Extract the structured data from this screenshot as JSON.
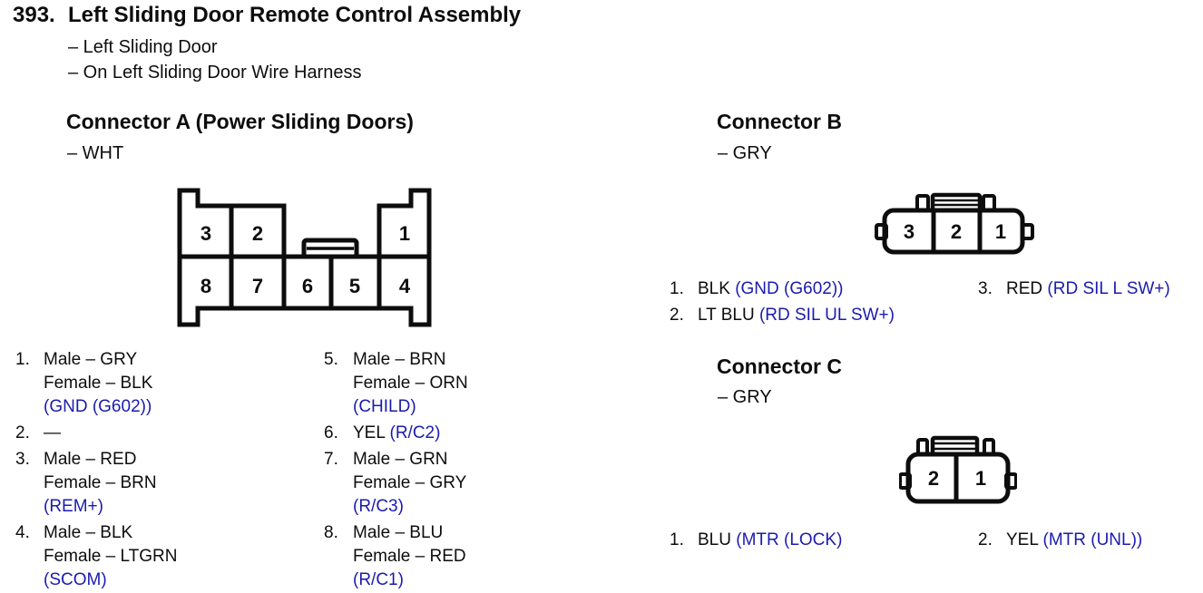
{
  "document": {
    "item_number": "393.",
    "title": "Left Sliding Door Remote Control Assembly",
    "location_lines": [
      "– Left Sliding Door",
      "– On Left Sliding Door Wire Harness"
    ]
  },
  "colors": {
    "signal_blue": "#1b1baf",
    "ink": "#0d0d0d"
  },
  "connector_a": {
    "heading": "Connector A (Power Sliding Doors)",
    "housing_color": "– WHT",
    "cavity_top": [
      "3",
      "2",
      "1"
    ],
    "cavity_bottom": [
      "8",
      "7",
      "6",
      "5",
      "4"
    ],
    "pins": [
      {
        "num": "1.",
        "male": "Male – GRY",
        "female": "Female – BLK",
        "signal": "(GND (G602))"
      },
      {
        "num": "2.",
        "male": "—"
      },
      {
        "num": "3.",
        "male": "Male – RED",
        "female": "Female – BRN",
        "signal": "(REM+)"
      },
      {
        "num": "4.",
        "male": "Male – BLK",
        "female": "Female – LTGRN",
        "signal": "(SCOM)"
      },
      {
        "num": "5.",
        "male": "Male – BRN",
        "female": "Female – ORN",
        "signal": "(CHILD)"
      },
      {
        "num": "6.",
        "wire": "YEL",
        "signal": "(R/C2)"
      },
      {
        "num": "7.",
        "male": "Male – GRN",
        "female": "Female – GRY",
        "signal": "(R/C3)"
      },
      {
        "num": "8.",
        "male": "Male – BLU",
        "female": "Female – RED",
        "signal": "(R/C1)"
      }
    ]
  },
  "connector_b": {
    "heading": "Connector B",
    "housing_color": "– GRY",
    "cavities": [
      "3",
      "2",
      "1"
    ],
    "pins": [
      {
        "num": "1.",
        "wire": "BLK",
        "signal": "(GND (G602))"
      },
      {
        "num": "2.",
        "wire": "LT BLU",
        "signal": "(RD SIL UL SW+)"
      },
      {
        "num": "3.",
        "wire": "RED",
        "signal": "(RD SIL L SW+)"
      }
    ]
  },
  "connector_c": {
    "heading": "Connector C",
    "housing_color": "– GRY",
    "cavities": [
      "2",
      "1"
    ],
    "pins": [
      {
        "num": "1.",
        "wire": "BLU",
        "signal": "(MTR (LOCK)"
      },
      {
        "num": "2.",
        "wire": "YEL",
        "signal": "(MTR (UNL))"
      }
    ]
  }
}
